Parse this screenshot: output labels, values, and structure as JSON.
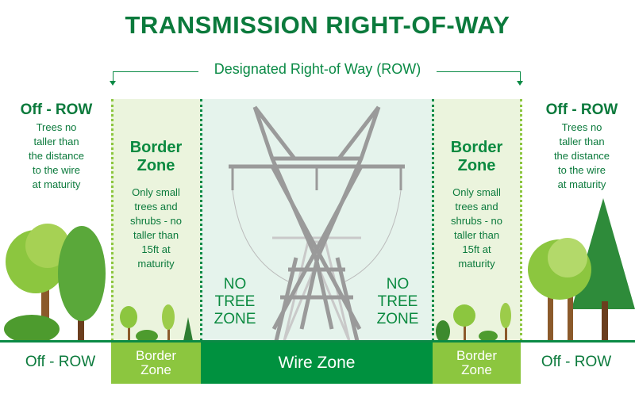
{
  "title": "TRANSMISSION RIGHT-OF-WAY",
  "row_label": "Designated Right-of Way (ROW)",
  "off_row": {
    "heading": "Off - ROW",
    "text": [
      "Trees no",
      "taller than",
      "the distance",
      "to the wire",
      "at maturity"
    ]
  },
  "border_zone": {
    "heading": [
      "Border",
      "Zone"
    ],
    "text": [
      "Only small",
      "trees and",
      "shrubs - no",
      "taller than",
      "15ft at",
      "maturity"
    ]
  },
  "no_tree_zone": [
    "NO",
    "TREE",
    "ZONE"
  ],
  "bottom": {
    "off_row": "Off - ROW",
    "border": [
      "Border",
      "Zone"
    ],
    "wire": "Wire Zone"
  },
  "colors": {
    "dark_green": "#0b7a3c",
    "light_green": "#8cc63f",
    "wire_green": "#00913f",
    "tower_gray": "#9a9a9a"
  }
}
